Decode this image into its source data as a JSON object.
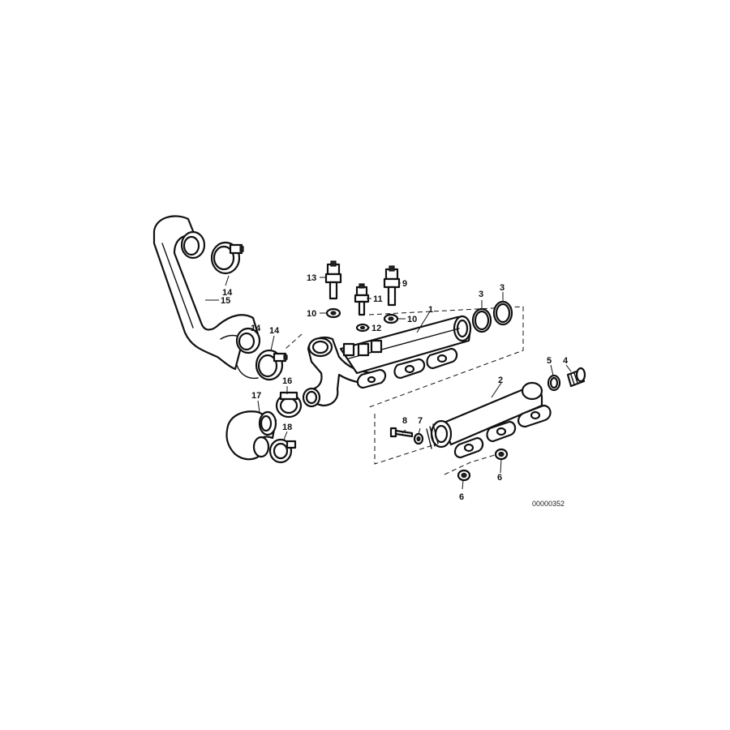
{
  "diagram": {
    "reference_number": "00000352",
    "callouts": {
      "c1": "1",
      "c2": "2",
      "c3a": "3",
      "c3b": "3",
      "c4": "4",
      "c5": "5",
      "c6a": "6",
      "c6b": "6",
      "c7": "7",
      "c8": "8",
      "c9": "9",
      "c10a": "10",
      "c10b": "10",
      "c11": "11",
      "c12": "12",
      "c13": "13",
      "c14a": "14",
      "c14b": "14",
      "c14c": "14",
      "c15": "15",
      "c16": "16",
      "c17": "17",
      "c18": "18"
    }
  }
}
